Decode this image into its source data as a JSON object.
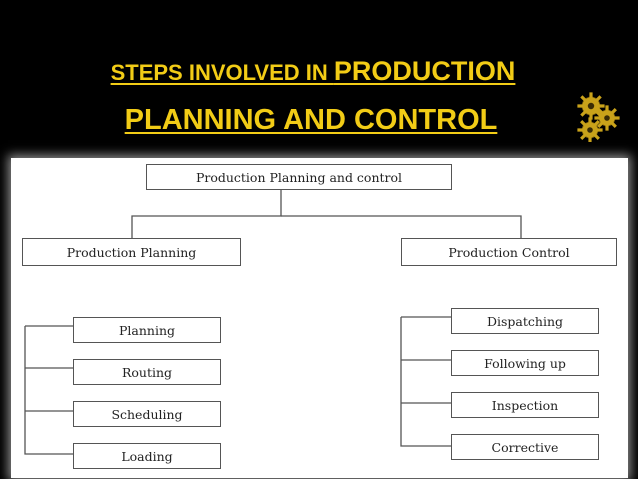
{
  "slide": {
    "title_line1_prefix": "STEPS INVOLVED IN ",
    "title_line1_big": "PRODUCTION",
    "title_line2": "PLANNING AND CONTROL",
    "title_color": "#f2cc16",
    "background": "#000000",
    "decoration_icon": "gears-icon"
  },
  "diagram": {
    "root": "Production Planning and control",
    "left_branch": "Production Planning",
    "right_branch": "Production Control",
    "left_items": [
      "Planning",
      "Routing",
      "Scheduling",
      "Loading"
    ],
    "right_items": [
      "Dispatching",
      "Following up",
      "Inspection",
      "Corrective"
    ]
  }
}
